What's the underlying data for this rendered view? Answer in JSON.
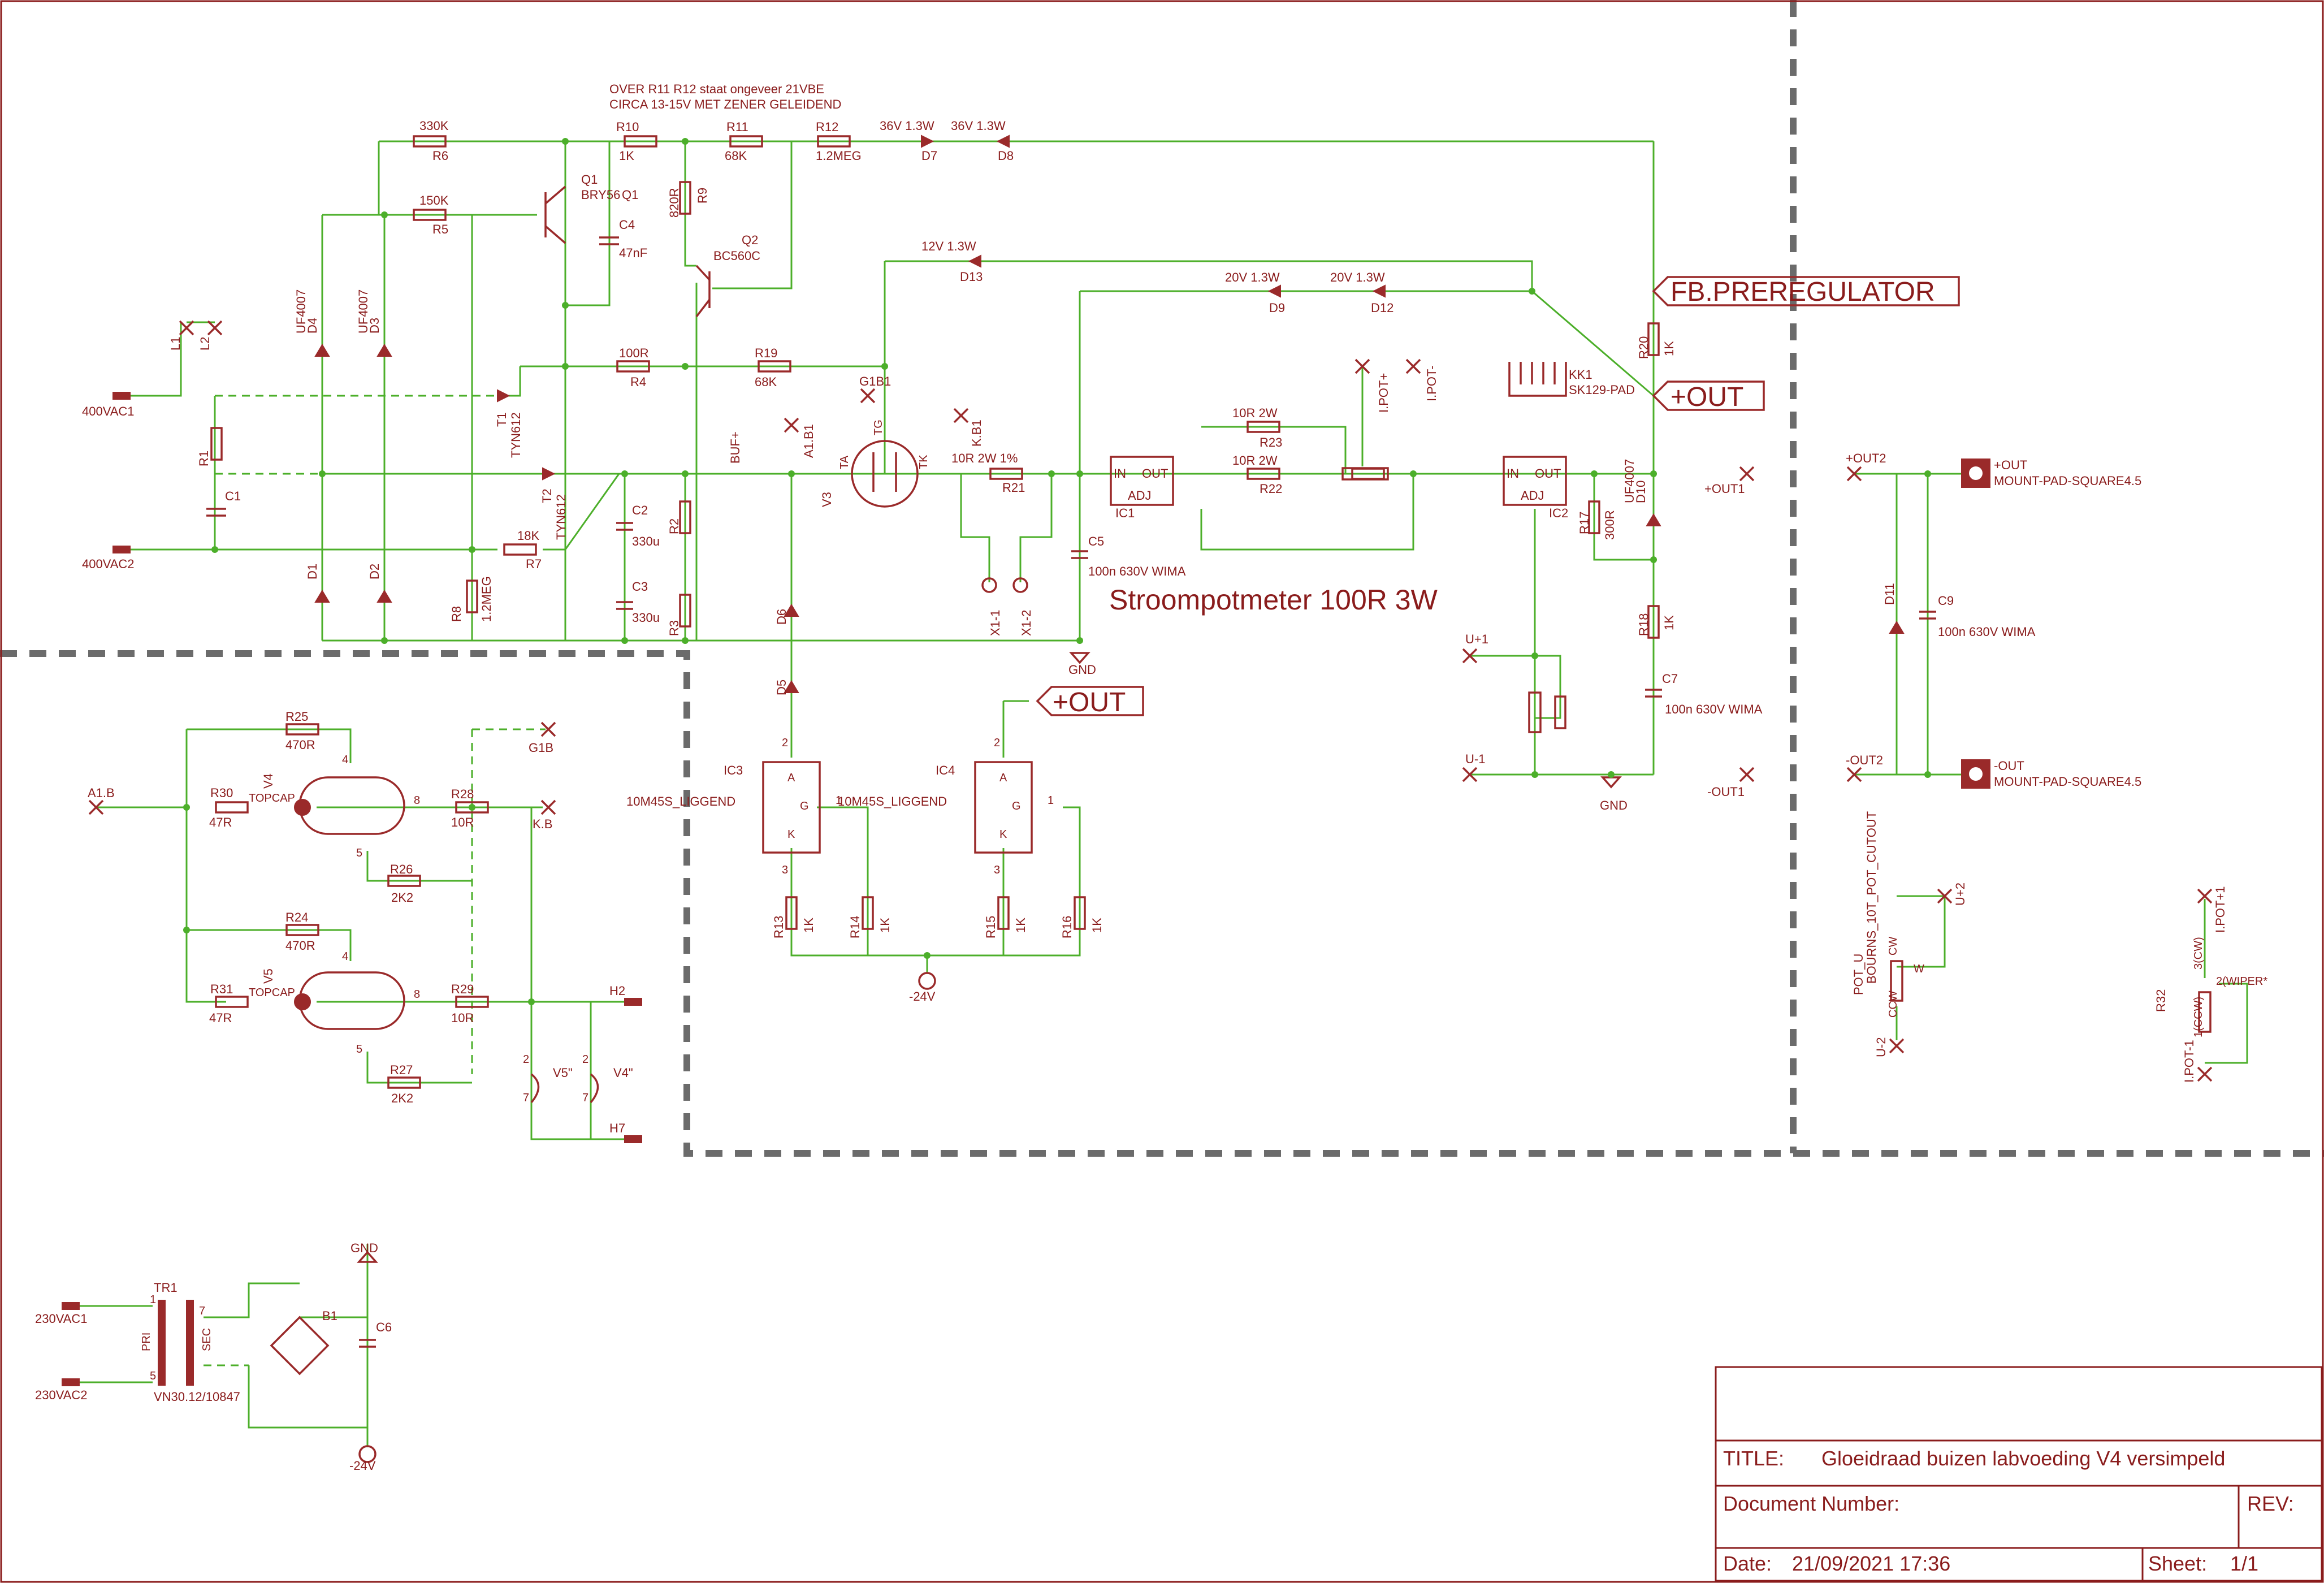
{
  "notes": {
    "line1": "OVER R11 R12 staat ongeveer 21VBE",
    "line2": "CIRCA 13-15V MET ZENER GELEIDEND",
    "pot_note": "Stroompotmeter 100R 3W"
  },
  "components": {
    "R6": {
      "ref": "R6",
      "value": "330K"
    },
    "R5": {
      "ref": "R5",
      "value": "150K"
    },
    "R10": {
      "ref": "R10",
      "value": "1K"
    },
    "R11": {
      "ref": "R11",
      "value": "68K"
    },
    "R12": {
      "ref": "R12",
      "value": "1.2MEG"
    },
    "R9": {
      "ref": "R9",
      "value": "820R"
    },
    "R4": {
      "ref": "R4",
      "value": "100R"
    },
    "R19": {
      "ref": "R19",
      "value": "68K"
    },
    "R7": {
      "ref": "R7",
      "value": "18K"
    },
    "R8": {
      "ref": "R8",
      "value": "1.2MEG"
    },
    "R1": {
      "ref": "R1"
    },
    "C1": {
      "ref": "C1"
    },
    "R2": {
      "ref": "R2"
    },
    "R3": {
      "ref": "R3"
    },
    "C2": {
      "ref": "C2",
      "value": "330u"
    },
    "C3": {
      "ref": "C3",
      "value": "330u"
    },
    "C4": {
      "ref": "C4",
      "value": "47nF"
    },
    "Q1": {
      "ref": "Q1",
      "value": "BRY56"
    },
    "Q2": {
      "ref": "Q2",
      "value": "BC560C"
    },
    "D7": {
      "ref": "D7",
      "value": "36V 1.3W"
    },
    "D8": {
      "ref": "D8",
      "value": "36V 1.3W"
    },
    "D13": {
      "ref": "D13",
      "value": "12V 1.3W"
    },
    "D9": {
      "ref": "D9",
      "value": "20V 1.3W"
    },
    "D12": {
      "ref": "D12",
      "value": "20V 1.3W"
    },
    "D4": {
      "ref": "D4",
      "value": "UF4007"
    },
    "D3": {
      "ref": "D3",
      "value": "UF4007"
    },
    "D1": {
      "ref": "D1"
    },
    "D2": {
      "ref": "D2"
    },
    "D5": {
      "ref": "D5"
    },
    "D6": {
      "ref": "D6"
    },
    "D10": {
      "ref": "D10",
      "value": "UF4007"
    },
    "D11": {
      "ref": "D11"
    },
    "T1": {
      "ref": "T1",
      "value": "TYN612"
    },
    "T2": {
      "ref": "T2",
      "value": "TYN612"
    },
    "R21": {
      "ref": "R21",
      "value": "10R 2W 1%"
    },
    "R23": {
      "ref": "R23",
      "value": "10R 2W"
    },
    "R22": {
      "ref": "R22",
      "value": "10R 2W"
    },
    "C5": {
      "ref": "C5",
      "value": "100n 630V WIMA"
    },
    "IC1": {
      "ref": "IC1",
      "in": "IN",
      "out": "OUT",
      "adj": "ADJ"
    },
    "IC2": {
      "ref": "IC2",
      "in": "IN",
      "out": "OUT",
      "adj": "ADJ"
    },
    "R17": {
      "ref": "R17",
      "value": "300R"
    },
    "R20": {
      "ref": "R20",
      "value": "1K"
    },
    "R18": {
      "ref": "R18",
      "value": "1K"
    },
    "C7": {
      "ref": "C7",
      "value": "100n 630V WIMA"
    },
    "C9": {
      "ref": "C9",
      "value": "100n 630V WIMA"
    },
    "KK1": {
      "ref": "KK1",
      "value": "SK129-PAD"
    },
    "V3": {
      "ref": "V3",
      "ta": "TA",
      "tg": "TG",
      "tk": "TK"
    },
    "R25": {
      "ref": "R25",
      "value": "470R"
    },
    "R24": {
      "ref": "R24",
      "value": "470R"
    },
    "R30": {
      "ref": "R30",
      "value": "47R"
    },
    "R31": {
      "ref": "R31",
      "value": "47R"
    },
    "R28": {
      "ref": "R28",
      "value": "10R"
    },
    "R29": {
      "ref": "R29",
      "value": "10R"
    },
    "R26": {
      "ref": "R26",
      "value": "2K2"
    },
    "R27": {
      "ref": "R27",
      "value": "2K2"
    },
    "V4": {
      "ref": "V4",
      "type": "TOPCAP"
    },
    "V5": {
      "ref": "V5",
      "type": "TOPCAP"
    },
    "V5b": {
      "ref": "V5\""
    },
    "V4b": {
      "ref": "V4\""
    },
    "IC3": {
      "ref": "IC3",
      "value": "10M45S_LIGGEND"
    },
    "IC4": {
      "ref": "IC4",
      "value": "10M45S_LIGGEND"
    },
    "R13": {
      "ref": "R13",
      "value": "1K"
    },
    "R14": {
      "ref": "R14",
      "value": "1K"
    },
    "R15": {
      "ref": "R15",
      "value": "1K"
    },
    "R16": {
      "ref": "R16",
      "value": "1K"
    },
    "TR1": {
      "ref": "TR1",
      "value": "VN30.12/10847",
      "pri": "PRI",
      "sec": "SEC"
    },
    "B1": {
      "ref": "B1"
    },
    "C6": {
      "ref": "C6"
    },
    "R32": {
      "ref": "R32"
    },
    "POT_U": {
      "ref": "POT_U",
      "value": "BOURNS_10T_POT_CUTOUT"
    }
  },
  "nets": {
    "vac1": "400VAC1",
    "vac2": "400VAC2",
    "l1": "L1",
    "l2": "L2",
    "buf": "BUF+",
    "a1b1": "A1.B1",
    "g1b1": "G1B1",
    "kb1": "K.B1",
    "ipot_p": "I.POT+",
    "ipot_m": "I.POT-",
    "out1": "+OUT1",
    "out1m": "-OUT1",
    "gnd": "GND",
    "u_p1": "U+1",
    "u_m1": "U-1",
    "x11": "X1-1",
    "x12": "X1-2",
    "fb": "FB.PREREGULATOR",
    "plus_out": "+OUT",
    "a1b": "A1.B",
    "g1b": "G1B",
    "kb": "K.B",
    "h2": "H2",
    "h7": "H7",
    "neg24": "-24V",
    "vac230_1": "230VAC1",
    "vac230_2": "230VAC2",
    "out2": "+OUT2",
    "out2m": "-OUT2",
    "pad_plus": "+OUT",
    "pad_minus": "-OUT",
    "pad_type": "MOUNT-PAD-SQUARE4.5",
    "u_p2": "U+2",
    "u_m2": "U-2",
    "ipot_p1": "I.POT+1",
    "ipot_m1": "I.POT-1",
    "pot_ccw": "CCW",
    "pot_cw": "CW",
    "pot_w": "W",
    "r32_cw": "3(CW)",
    "r32_ccw": "1(CCW)",
    "r32_wiper": "2(WIPER*"
  },
  "pins": {
    "p2": "2",
    "p3": "3",
    "p1": "1",
    "p4": "4",
    "p5": "5",
    "p8": "8",
    "p7": "7",
    "a": "A",
    "g": "G",
    "k": "K"
  },
  "title_block": {
    "title_label": "TITLE:",
    "title": "Gloeidraad buizen labvoeding V4 versimpeld",
    "doc_label": "Document Number:",
    "rev_label": "REV:",
    "date_label": "Date:",
    "date": "21/09/2021 17:36",
    "sheet_label": "Sheet:",
    "sheet": "1/1"
  },
  "colors": {
    "wire": "#4caf2a",
    "symbol": "#9a2a2a",
    "text": "#8a1c1c",
    "board_outline": "#6b6b6b",
    "background": "#ffffff"
  }
}
